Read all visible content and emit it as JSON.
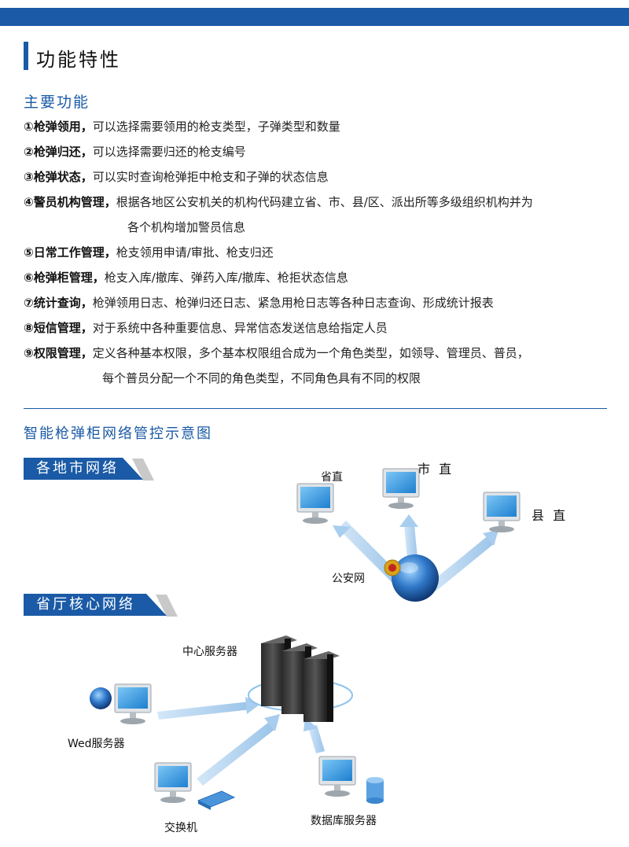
{
  "page": {
    "title": "功能特性",
    "section_title": "主要功能"
  },
  "features": [
    {
      "head": "①枪弹领用，",
      "desc": "可以选择需要领用的枪支类型，子弹类型和数量"
    },
    {
      "head": "②枪弹归还，",
      "desc": "可以选择需要归还的枪支编号"
    },
    {
      "head": "③枪弹状态，",
      "desc": "可以实时查询枪弹拒中枪支和子弹的状态信息"
    },
    {
      "head": "④警员机构管理，",
      "desc": "根据各地区公安机关的机构代码建立省、市、县/区、派出所等多级组织机构并为",
      "cont": "各个机构增加警员信息"
    },
    {
      "head": "⑤日常工作管理，",
      "desc": "枪支领用申请/审批、枪支归还"
    },
    {
      "head": "⑥枪弹柜管理，",
      "desc": "枪支入库/撤库、弹药入库/撤库、枪拒状态信息"
    },
    {
      "head": "⑦统计查询，",
      "desc": "枪弹领用日志、枪弹归还日志、紧急用枪日志等各种日志查询、形成统计报表"
    },
    {
      "head": "⑧短信管理，",
      "desc": "对于系统中各种重要信息、异常信态发送信息给指定人员"
    },
    {
      "head": "⑨权限管理，",
      "desc": "定义各种基本权限，多个基本权限组合成为一个角色类型，如领导、管理员、普员，",
      "cont": "每个普员分配一个不同的角色类型，不同角色具有不同的权限"
    }
  ],
  "diagram": {
    "title": "智能枪弹柜网络管控示意图",
    "banner_city": "各地市网络",
    "banner_province": "省厅核心网络",
    "labels": {
      "provincial": "省直",
      "municipal": "市 直",
      "county": "县 直",
      "police_net": "公安网",
      "center_server": "中心服务器",
      "web_server": "Wed服务器",
      "switch": "交换机",
      "db_server": "数据库服务器"
    }
  },
  "colors": {
    "brand": "#1a5aa6",
    "arrow": "#a8cdee",
    "screen": "#3a9be0"
  }
}
